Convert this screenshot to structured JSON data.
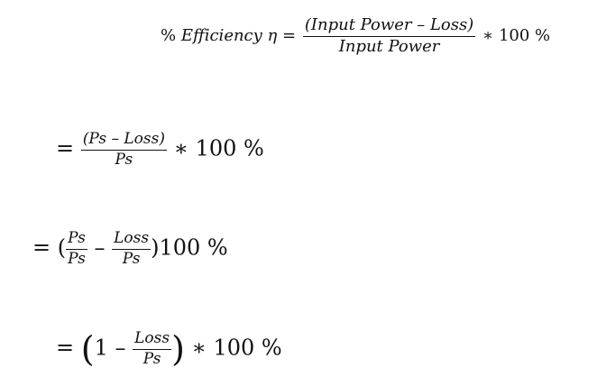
{
  "line1": {
    "lhs_prefix": "% ",
    "lhs": "Efficiency η",
    "eq": " = ",
    "numerator": "(Input Power –  Loss)",
    "denominator": "Input Power",
    "times": " ∗  100 %"
  },
  "line2": {
    "eq": "= ",
    "numerator": "(Ps – Loss)",
    "denominator": "Ps",
    "times": " ∗  100 %"
  },
  "line3": {
    "eq": "= (",
    "frac1_num": "Ps",
    "frac1_den": "Ps",
    "minus": " – ",
    "frac2_num": "Loss",
    "frac2_den": "Ps",
    "tail": ")100 %"
  },
  "line4": {
    "eq": "= ",
    "open_paren": "(",
    "one": "1 – ",
    "frac_num": "Loss",
    "frac_den": "Ps",
    "close_paren": ")",
    "times": " ∗ 100 %"
  }
}
